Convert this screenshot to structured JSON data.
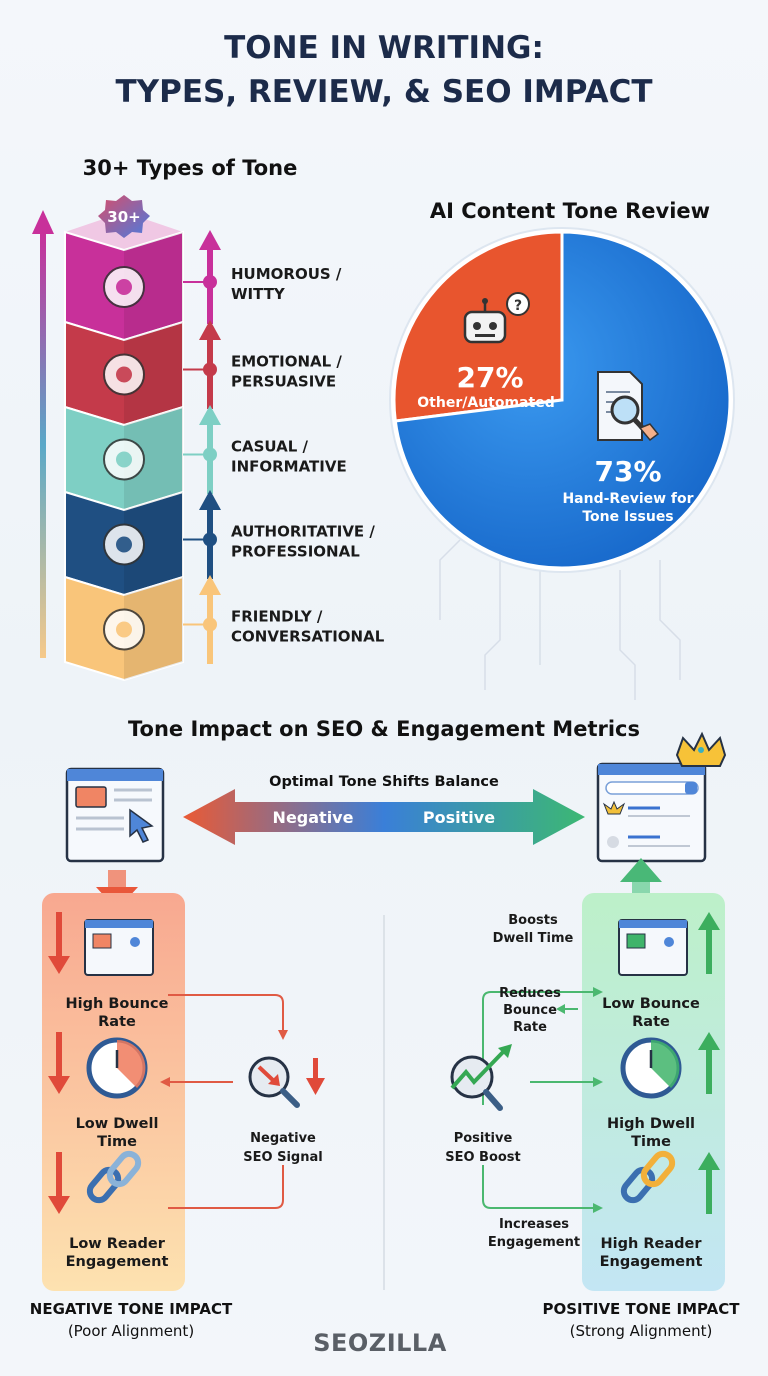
{
  "title": {
    "line1": "TONE IN WRITING:",
    "line2": "TYPES, REVIEW, & SEO IMPACT"
  },
  "tone_types": {
    "heading": "30+ Types of Tone",
    "badge": "30+",
    "items": [
      {
        "line1": "HUMOROUS /",
        "line2": "WITTY",
        "color": "#c8309a",
        "icon": "jester-emoji-icon"
      },
      {
        "line1": "EMOTIONAL /",
        "line2": "PERSUASIVE",
        "color": "#c43a4a",
        "icon": "heart-megaphone-icon"
      },
      {
        "line1": "CASUAL /",
        "line2": "INFORMATIVE",
        "color": "#7ecfc4",
        "icon": "book-lightbulb-icon"
      },
      {
        "line1": "AUTHORITATIVE /",
        "line2": "PROFESSIONAL",
        "color": "#1f4f82",
        "icon": "shield-gavel-icon"
      },
      {
        "line1": "FRIENDLY /",
        "line2": "CONVERSATIONAL",
        "color": "#f9c57a",
        "icon": "chat-bubbles-icon"
      }
    ]
  },
  "chart_data": {
    "type": "pie",
    "title": "AI Content Tone Review",
    "slices": [
      {
        "label": "Other/Automated",
        "value": 27,
        "display": "27%",
        "color": "#e8552e"
      },
      {
        "label_line1": "Hand-Review for",
        "label_line2": "Tone Issues",
        "value": 73,
        "display": "73%",
        "color": "#1f7be0"
      }
    ]
  },
  "seo": {
    "heading": "Tone Impact on SEO & Engagement Metrics",
    "balance_label": "Optimal Tone Shifts Balance",
    "negative_label": "Negative",
    "positive_label": "Positive",
    "negative_items": [
      {
        "line1": "High Bounce",
        "line2": "Rate"
      },
      {
        "line1": "Low Dwell",
        "line2": "Time"
      },
      {
        "line1": "Low Reader",
        "line2": "Engagement"
      }
    ],
    "negative_signal": {
      "line1": "Negative",
      "line2": "SEO Signal"
    },
    "positive_items": [
      {
        "line1": "Low Bounce",
        "line2": "Rate"
      },
      {
        "line1": "High Dwell",
        "line2": "Time"
      },
      {
        "line1": "High Reader",
        "line2": "Engagement"
      }
    ],
    "positive_boost": {
      "line1": "Positive",
      "line2": "SEO Boost"
    },
    "positive_links": [
      {
        "line1": "Boosts",
        "line2": "Dwell Time"
      },
      {
        "line1": "Reduces",
        "line2": "Bounce",
        "line3": "Rate"
      },
      {
        "line1": "Increases",
        "line2": "Engagement"
      }
    ],
    "negative_caption": {
      "line1": "NEGATIVE TONE IMPACT",
      "line2": "(Poor Alignment)"
    },
    "positive_caption": {
      "line1": "POSITIVE TONE IMPACT",
      "line2": "(Strong Alignment)"
    }
  },
  "logo": "SEOZILLA"
}
